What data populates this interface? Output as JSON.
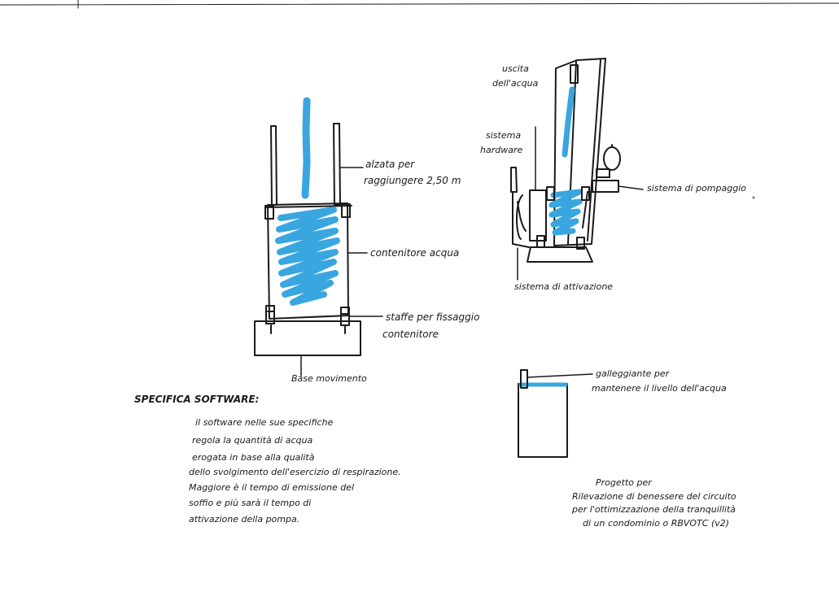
{
  "colors": {
    "ink": "#1a1a1a",
    "water": "#3aa6e0",
    "paper": "#ffffff"
  },
  "left_drawing": {
    "label_lift": [
      "alzata per",
      "raggiungere 2,50 m"
    ],
    "label_container": "contenitore acqua",
    "label_brackets": [
      "staffe per fissaggio",
      "contenitore"
    ],
    "label_base": "Base movimento"
  },
  "right_drawing": {
    "label_outlet": [
      "uscita",
      "dell'acqua"
    ],
    "label_hardware": [
      "sistema",
      "hardware"
    ],
    "label_pump": "sistema di pompaggio",
    "label_activation": "sistema di attivazione"
  },
  "small_drawing": {
    "label_float": [
      "galleggiante per",
      "mantenere il livello dell'acqua"
    ]
  },
  "software_spec": {
    "title": "SPECIFICA SOFTWARE:",
    "lines": [
      "il software nelle sue specifiche",
      "regola la quantità di acqua",
      "erogata in base alla qualità",
      "dello svolgimento dell'esercizio di respirazione.",
      "Maggiore è il tempo di emissione del",
      "soffio e più sarà il tempo di",
      "attivazione della pompa."
    ]
  },
  "project_note": {
    "lines": [
      "Progetto per",
      "Rilevazione di benessere del circuito",
      "per l'ottimizzazione della tranquillità",
      "di un condominio o RBVOTC (v2)"
    ]
  }
}
